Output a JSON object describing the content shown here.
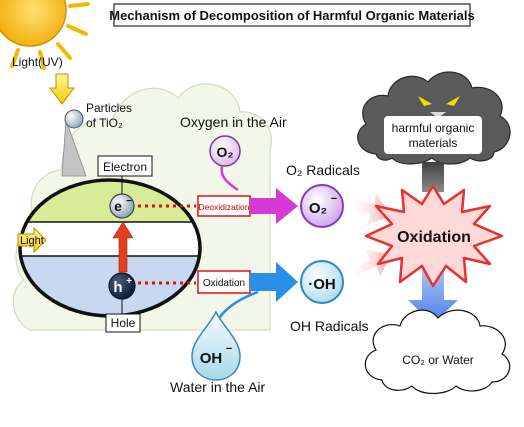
{
  "title": "Mechanism of Decomposition of Harmful Organic Materials",
  "light_uv_label": "Light(UV)",
  "particles_label_line1": "Particles",
  "particles_label_line2": "of TiO₂",
  "light_label": "Light",
  "electron_label": "Electron",
  "hole_label": "Hole",
  "electron_symbol": "e",
  "electron_charge": "−",
  "hole_symbol": "h",
  "hole_charge": "+",
  "oxygen_air_label": "Oxygen in the Air",
  "o2_molecule": "O₂",
  "deoxidization_label": "Deoxidization",
  "oxidation_box_label": "Oxidation",
  "o2_radicals_label": "O₂ Radicals",
  "o2_radical_symbol": "O₂",
  "o2_radical_charge": "−",
  "oh_radical_symbol": "·OH",
  "oh_radicals_label": "OH Radicals",
  "oh_ion_symbol": "OH",
  "oh_ion_charge": "−",
  "water_air_label": "Water  in  the Air",
  "harmful_line1": "harmful organic",
  "harmful_line2": "materials",
  "oxidation_burst_label": "Oxidation",
  "result_label": "CO₂ or Water",
  "colors": {
    "sun": "#f5b800",
    "particle_band_top": "#d8ec98",
    "particle_band_bottom": "#c8d8f0",
    "deox_arrow": "#d63ad6",
    "ox_arrow": "#2a8fe8",
    "dotted_red": "#e01010",
    "burst_fill": "#ffd8d8",
    "burst_stroke": "#e83030",
    "dark_cloud": "#555555",
    "down_arrow": "#7da4f0"
  }
}
